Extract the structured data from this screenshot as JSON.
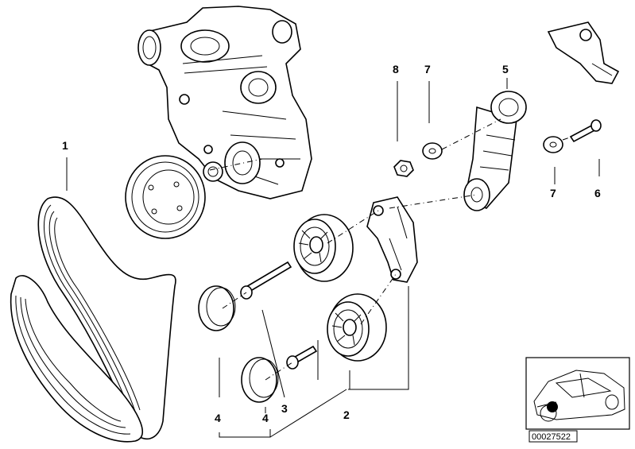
{
  "diagram": {
    "callouts": {
      "c1": "1",
      "c2": "2",
      "c3": "3",
      "c4a": "4",
      "c4b": "4",
      "c5": "5",
      "c6": "6",
      "c7a": "7",
      "c7b": "7",
      "c8": "8"
    },
    "reference_number": "00027522"
  }
}
